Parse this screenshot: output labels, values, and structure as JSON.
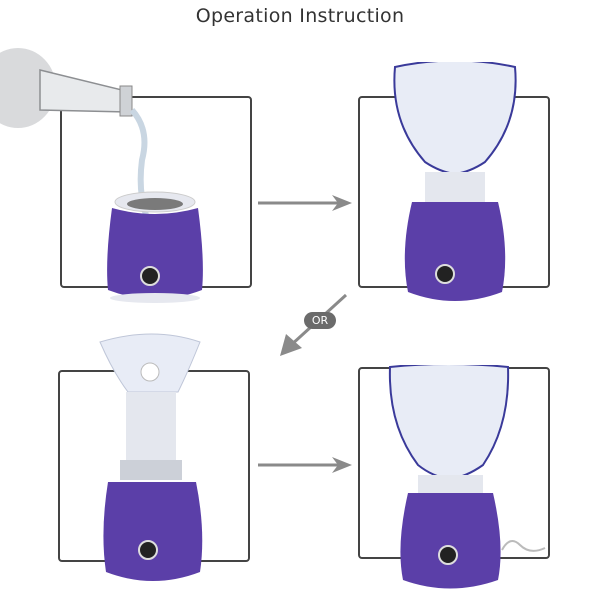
{
  "title": "Operation Instruction",
  "steps": [
    {
      "id": 1,
      "description": "Pour water into base reservoir"
    },
    {
      "id": 2,
      "description": "Attach face mask cover"
    },
    {
      "id": 3,
      "description": "Attach nose/mouth mask cover"
    },
    {
      "id": 4,
      "description": "Face steamer assembled and plugged in"
    }
  ],
  "connector": {
    "or_label": "OR"
  },
  "colors": {
    "body": "#5b3fa8",
    "frame": "#444444",
    "arrow": "#8a8a8a",
    "mask": "#e8ecf6"
  }
}
